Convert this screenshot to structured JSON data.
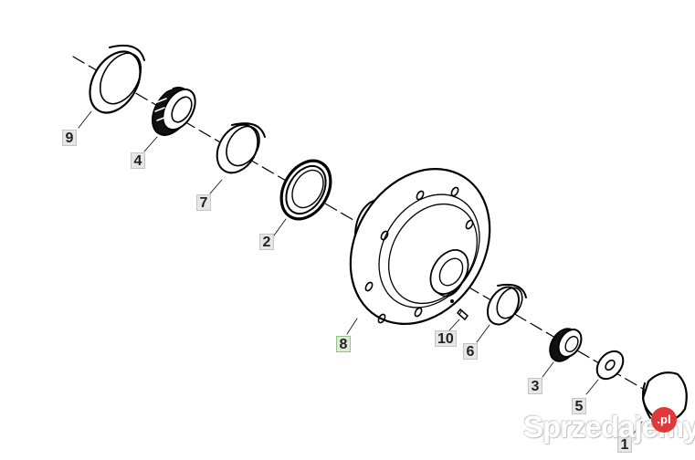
{
  "diagram": {
    "type": "exploded parts view",
    "subject": "wheel hub assembly",
    "axis_line_color": "#000000",
    "callouts": [
      {
        "id": "9",
        "label": "9",
        "part": "outer bearing cup / race"
      },
      {
        "id": "4",
        "label": "4",
        "part": "tapered roller bearing cone"
      },
      {
        "id": "7",
        "label": "7",
        "part": "bearing cup / race"
      },
      {
        "id": "2",
        "label": "2",
        "part": "oil seal"
      },
      {
        "id": "8",
        "label": "8",
        "part": "wheel hub with flange",
        "highlighted": true,
        "highlight_color": "#dcebd5"
      },
      {
        "id": "10",
        "label": "10",
        "part": "grease nipple"
      },
      {
        "id": "6",
        "label": "6",
        "part": "bearing cup / race"
      },
      {
        "id": "3",
        "label": "3",
        "part": "tapered roller bearing cone"
      },
      {
        "id": "5",
        "label": "5",
        "part": "washer"
      },
      {
        "id": "1",
        "label": "1",
        "part": "hub cap"
      }
    ]
  },
  "watermark": {
    "text": "Sprzedajemy",
    "badge": ".pl",
    "badge_color": "#e0393b"
  }
}
